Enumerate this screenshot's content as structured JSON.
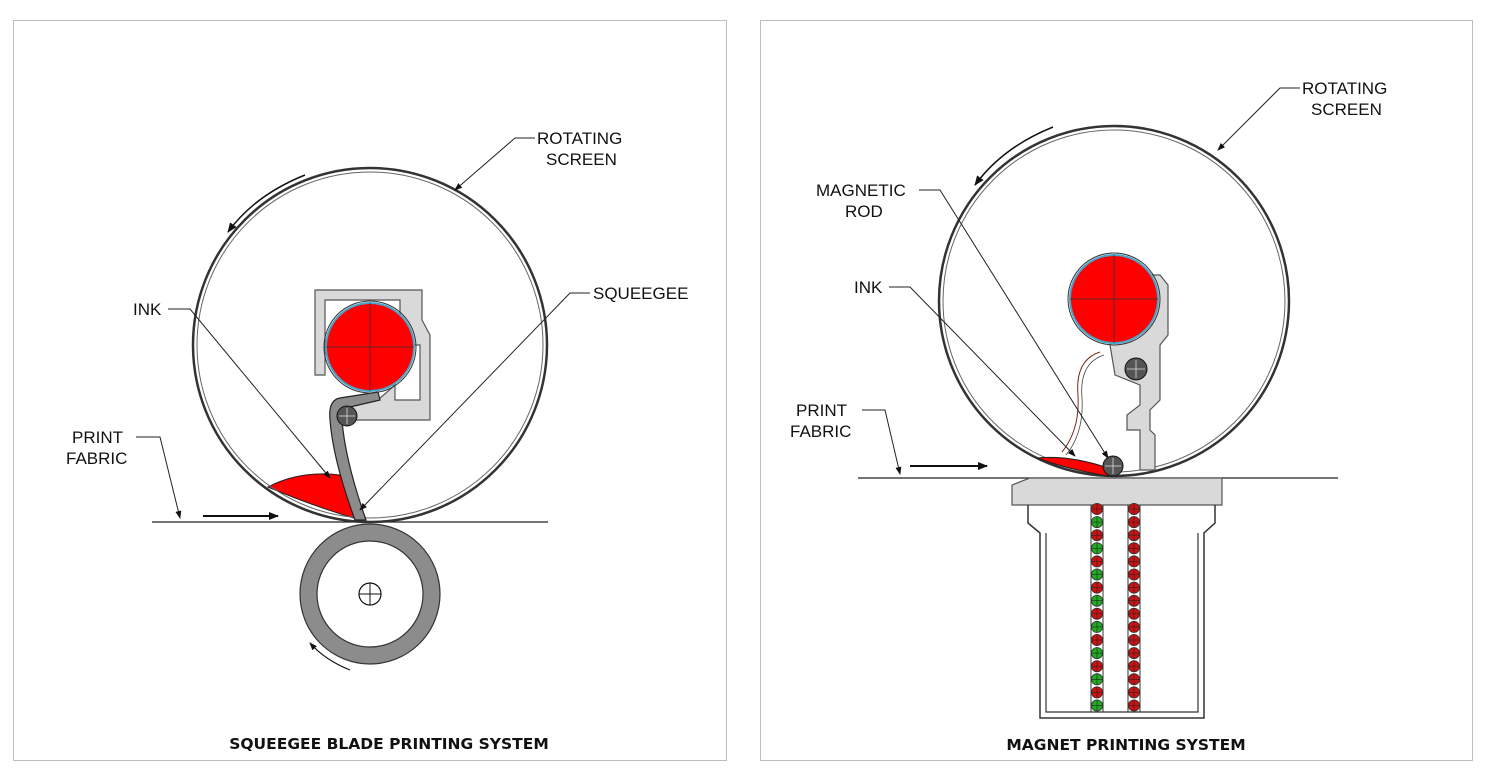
{
  "left_panel": {
    "caption": "SQUEEGEE BLADE PRINTING SYSTEM",
    "labels": {
      "rotating_screen_line1": "ROTATING",
      "rotating_screen_line2": "SCREEN",
      "ink": "INK",
      "squeegee": "SQUEEGEE",
      "print_fabric_line1": "PRINT",
      "print_fabric_line2": "FABRIC"
    }
  },
  "right_panel": {
    "caption": "MAGNET PRINTING SYSTEM",
    "labels": {
      "rotating_screen_line1": "ROTATING",
      "rotating_screen_line2": "SCREEN",
      "magnetic_rod_line1": "MAGNETIC",
      "magnetic_rod_line2": "ROD",
      "ink": "INK",
      "print_fabric_line1": "PRINT",
      "print_fabric_line2": "FABRIC"
    }
  },
  "colors": {
    "ink_red": "#ff0000",
    "magnet_green": "#22aa22",
    "magnet_red": "#cc1111",
    "metal_gray": "#8c8c8c",
    "light_gray": "#d9d9d9",
    "outline": "#1a1a1a"
  }
}
